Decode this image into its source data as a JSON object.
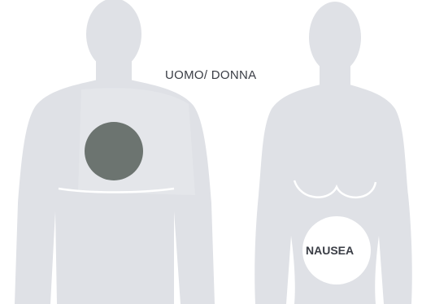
{
  "labels": {
    "center": "UOMO/ DONNA",
    "nausea": "NAUSEA"
  },
  "colors": {
    "silhouette": "#dfe1e6",
    "pain_spot": "#6c7470",
    "nausea_spot": "#ffffff",
    "text": "#3a3d45"
  },
  "figures": [
    {
      "type": "male-torso",
      "marker": "chest-pain-circle"
    },
    {
      "type": "female-torso",
      "marker": "nausea-circle"
    }
  ]
}
